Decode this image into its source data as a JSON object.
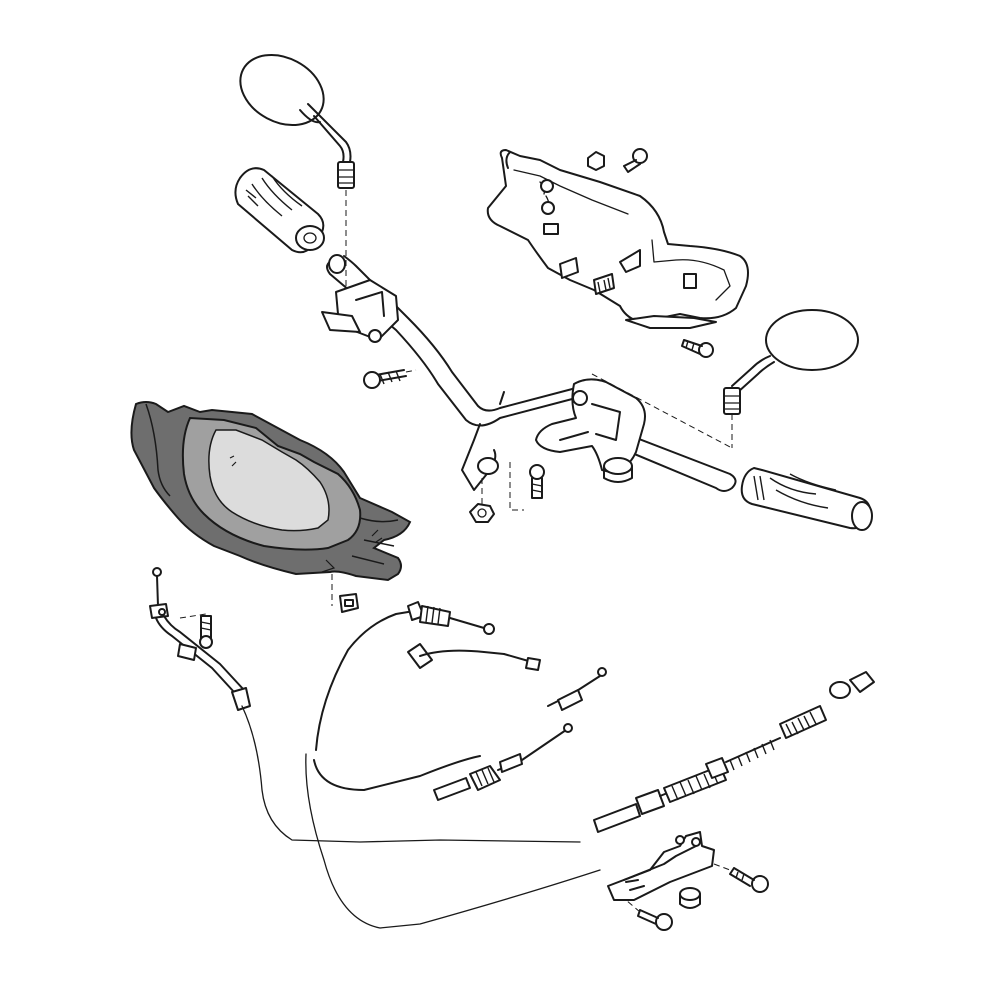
{
  "diagram": {
    "colors": {
      "background": "#ffffff",
      "line": "#1a1a1a",
      "highlight_outer": "#6e6e6e",
      "highlight_mid": "#a0a0a0",
      "highlight_inner": "#dcdcdc"
    },
    "parts": [
      {
        "id": "rear-view-mirror-left",
        "icon": "mirror-icon"
      },
      {
        "id": "rear-view-mirror-right",
        "icon": "mirror-icon"
      },
      {
        "id": "handlebar-grip-left",
        "icon": "grip-icon"
      },
      {
        "id": "throttle-grip-right",
        "icon": "grip-icon"
      },
      {
        "id": "handlebar",
        "icon": "handlebar-icon"
      },
      {
        "id": "brake-lever-left",
        "icon": "lever-icon"
      },
      {
        "id": "brake-lever-right",
        "icon": "lever-icon"
      },
      {
        "id": "handlebar-rear-cover",
        "icon": "cover-icon"
      },
      {
        "id": "handlebar-front-cover",
        "icon": "cover-icon",
        "highlighted": true
      },
      {
        "id": "throttle-cable",
        "icon": "cable-icon"
      },
      {
        "id": "front-brake-cable",
        "icon": "cable-icon"
      },
      {
        "id": "rear-brake-cable",
        "icon": "cable-icon"
      },
      {
        "id": "cable-bracket",
        "icon": "bracket-icon"
      },
      {
        "id": "screws",
        "icon": "screw-icon"
      }
    ]
  }
}
